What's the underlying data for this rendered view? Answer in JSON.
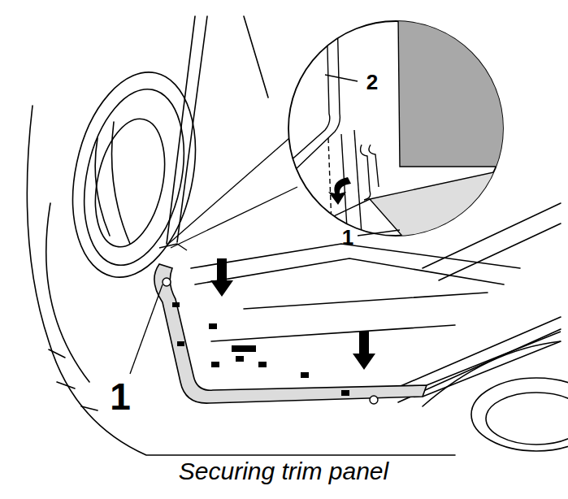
{
  "diagram": {
    "caption": "Securing trim panel",
    "labels": [
      "2",
      "1",
      "1"
    ]
  }
}
